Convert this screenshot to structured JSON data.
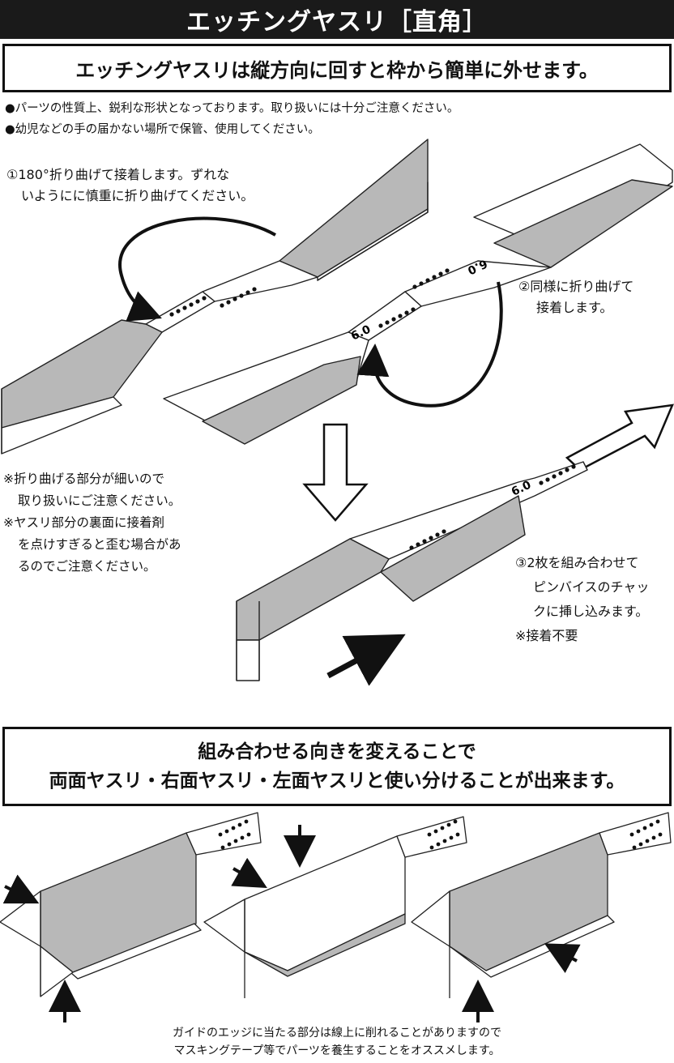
{
  "header": {
    "title": "エッチングヤスリ［直角］",
    "subtitle": "エッチングヤスリは縦方向に回すと枠から簡単に外せます。"
  },
  "notes": [
    "●パーツの性質上、鋭利な形状となっております。取り扱いには十分ご注意ください。",
    "●幼児などの手の届かない場所で保管、使用してください。"
  ],
  "steps": {
    "step1": [
      "①180°折り曲げて接着します。ずれな",
      "いようにに慎重に折り曲げてください。"
    ],
    "step2": [
      "②同様に折り曲げて",
      "接着します。"
    ],
    "step3": [
      "③2枚を組み合わせて",
      "ピンバイスのチャッ",
      "クに挿し込みます。",
      "※接着不要"
    ]
  },
  "cautions": [
    "※折り曲げる部分が細いので",
    "取り扱いにご注意ください。",
    "※ヤスリ部分の裏面に接着剤",
    "を点けすぎると歪む場合があ",
    "るのでご注意ください。"
  ],
  "part_label": "6.0",
  "combination": {
    "line1": "組み合わせる向きを変えることで",
    "line2": "両面ヤスリ・右面ヤスリ・左面ヤスリと使い分けることが出来ます。"
  },
  "footer": [
    "ガイドのエッジに当たる部分は線上に削れることがありますので",
    "マスキングテープ等でパーツを養生することをオススメします。"
  ],
  "colors": {
    "title_bg": "#1a1a1a",
    "file_gray": "#b8b8b8",
    "outline": "#222222"
  }
}
